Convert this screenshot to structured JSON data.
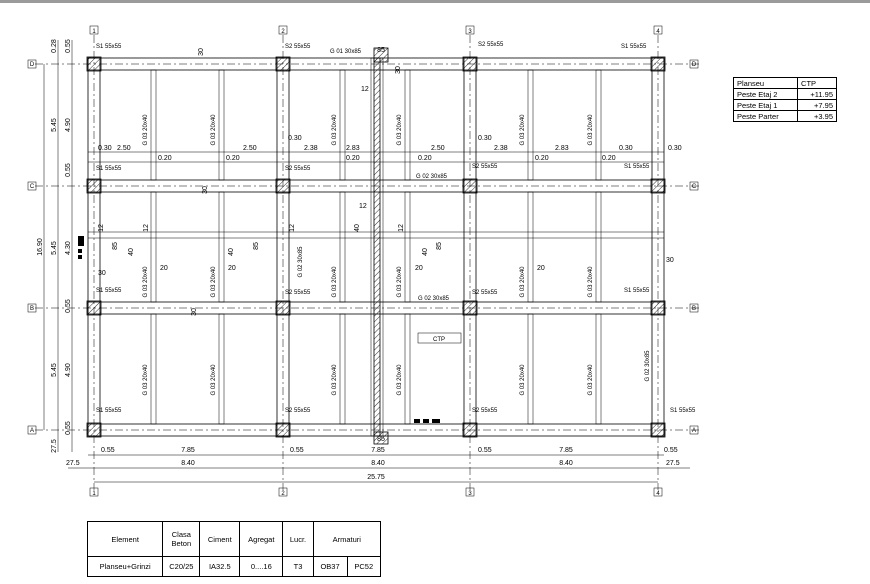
{
  "axes": {
    "columns": [
      "1",
      "2",
      "3",
      "4"
    ],
    "rows": [
      "D",
      "C",
      "B",
      "A"
    ]
  },
  "columns_labels": {
    "d1": "S1 55x55",
    "d2": "S2 55x55",
    "d3": "S2 55x55",
    "d4": "S1 55x55",
    "c1": "S1 55x55",
    "c2": "S2 55x55",
    "c3": "S2 55x55",
    "c4": "S1 55x55",
    "b1": "S1 55x55",
    "b2": "S2 55x55",
    "b3": "S2 55x55",
    "b4": "S1 55x55",
    "a1": "S1 55x55",
    "a2": "S2 55x55",
    "a3": "S2 55x55",
    "a4": "S1 55x55"
  },
  "beam_labels": {
    "g01": "G 01 30x85",
    "g02_top": "G 02 30x85",
    "g02_mid": "G 02 30x85",
    "g02_v": "G 02 30x85",
    "g02_right": "G 02 30x85",
    "g03": "G 03 20x40"
  },
  "dimensions": {
    "left_top": [
      "0.28",
      "0.55"
    ],
    "left_bays": [
      "5.45",
      "4.90",
      "0.55",
      "5.45",
      "4.30",
      "0.55",
      "5.45",
      "4.90",
      "0.55"
    ],
    "left_total": "16.90",
    "left_bottom": "27.5",
    "bottom_clear": [
      "0.55",
      "7.85",
      "0.55",
      "7.85",
      "0.55",
      "7.85",
      "0.55"
    ],
    "bottom_spans": [
      "27.5",
      "8.40",
      "8.40",
      "8.40",
      "27.5"
    ],
    "bottom_total": "25.75",
    "row_c": [
      "0.30",
      "2.50",
      "0.20",
      "0.20",
      "2.50",
      "0.30",
      "2.38",
      "2.83",
      "0.20",
      "2.50",
      "0.30",
      "2.38",
      "0.20",
      "2.83",
      "0.20",
      "0.30"
    ],
    "misc": [
      "85",
      "85",
      "30",
      "30",
      "30",
      "30",
      "12",
      "12",
      "12",
      "12",
      "12",
      "12",
      "40",
      "40",
      "40",
      "40",
      "20",
      "20",
      "20",
      "20",
      "85",
      "85",
      "85",
      "30",
      "30"
    ]
  },
  "ctp_label": "CTP",
  "level_table": {
    "headers": [
      "Planseu",
      "CTP"
    ],
    "rows": [
      {
        "name": "Peste Etaj 2",
        "value": "+11.95"
      },
      {
        "name": "Peste Etaj 1",
        "value": "+7.95"
      },
      {
        "name": "Peste Parter",
        "value": "+3.95"
      }
    ]
  },
  "spec_table": {
    "headers": [
      "Element",
      "Clasa Beton",
      "Ciment",
      "Agregat",
      "Lucr.",
      "Armaturi"
    ],
    "row": [
      "Planseu+Grinzi",
      "C20/25",
      "IA32.5",
      "0....16",
      "T3",
      "OB37",
      "PC52"
    ]
  }
}
